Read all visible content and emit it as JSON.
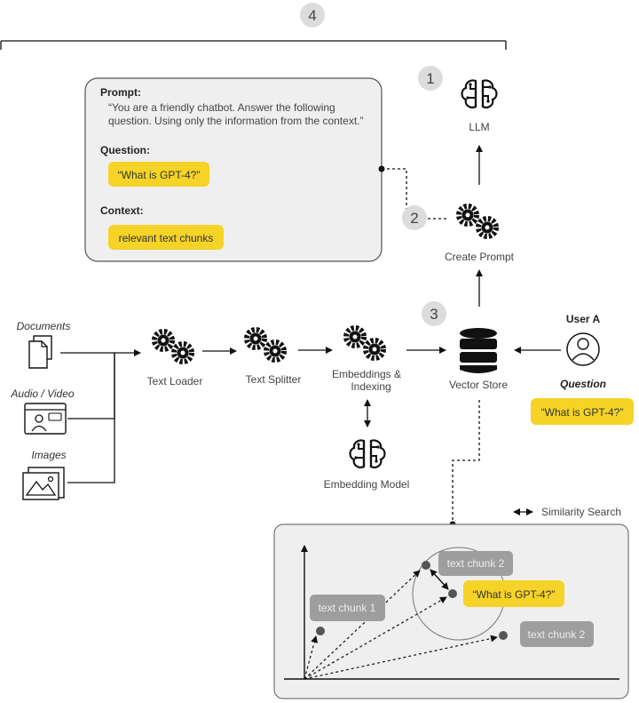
{
  "steps": {
    "s1": "1",
    "s2": "2",
    "s3": "3",
    "s4": "4"
  },
  "prompt_box": {
    "prompt_label": "Prompt:",
    "prompt_line1": "“You are a friendly chatbot. Answer the following",
    "prompt_line2": "question. Using only the information from the context.”",
    "question_label": "Question:",
    "question_value": "“What is GPT-4?”",
    "context_label": "Context:",
    "context_value": "relevant text chunks"
  },
  "nodes": {
    "llm": "LLM",
    "create_prompt": "Create Prompt",
    "documents": "Documents",
    "audio_video": "Audio / Video",
    "images": "Images",
    "text_loader": "Text Loader",
    "text_splitter": "Text Splitter",
    "embeddings_line1": "Embeddings &",
    "embeddings_line2": "Indexing",
    "vector_store": "Vector Store",
    "embedding_model": "Embedding Model",
    "user": "User A",
    "question_label": "Question",
    "question_value": "“What is GPT-4?”"
  },
  "legend": {
    "similarity": "Similarity Search"
  },
  "plot": {
    "chunk_top": "text chunk 2",
    "chunk_left": "text chunk 1",
    "chunk_right": "text chunk 2",
    "query": "“What is GPT-4?”"
  },
  "colors": {
    "highlight": "#f5d327",
    "chunk_box": "#9e9e9e",
    "panel": "#efefef",
    "step_circle": "#dcdcdc"
  }
}
